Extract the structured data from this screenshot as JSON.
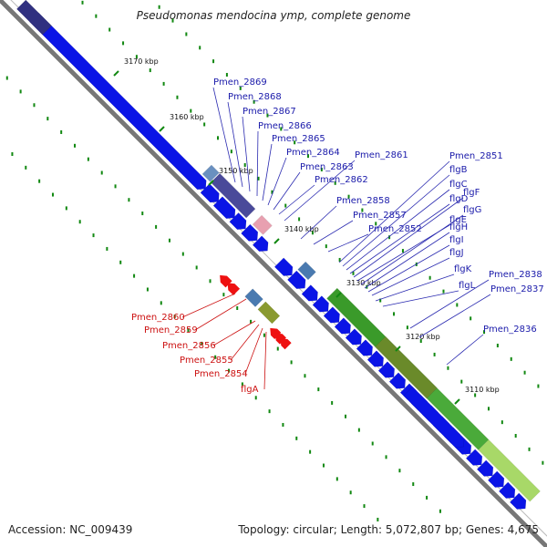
{
  "title": "Pseudomonas mendocina ymp, complete genome",
  "footer": {
    "accession": "Accession: NC_009439",
    "summary": "Topology: circular; Length: 5,072,807 bp; Genes: 4,675"
  },
  "colors": {
    "backbone": "#888888",
    "forward_gene": "#0a14e6",
    "reverse_gene": "#ee1111",
    "label_forward": "#1a1aaa",
    "label_reverse": "#cc1111",
    "tick": "#118811",
    "green_block": "#3a9a2a",
    "navy_block": "#303080"
  },
  "ticks": [
    {
      "label": "3170 kbp"
    },
    {
      "label": "3160 kbp"
    },
    {
      "label": "3150 kbp"
    },
    {
      "label": "3140 kbp"
    },
    {
      "label": "3130 kbp"
    },
    {
      "label": "3120 kbp"
    },
    {
      "label": "3110 kbp"
    }
  ],
  "labels_forward": [
    "Pmen_2869",
    "Pmen_2868",
    "Pmen_2867",
    "Pmen_2866",
    "Pmen_2865",
    "Pmen_2864",
    "Pmen_2863",
    "Pmen_2862",
    "Pmen_2861",
    "Pmen_2858",
    "Pmen_2857",
    "Pmen_2852",
    "Pmen_2851",
    "flgB",
    "flgC",
    "flgD",
    "flgF",
    "flgE",
    "flgG",
    "flgH",
    "flgI",
    "flgJ",
    "flgK",
    "flgL",
    "Pmen_2838",
    "Pmen_2837",
    "Pmen_2836"
  ],
  "labels_reverse": [
    "Pmen_2860",
    "Pmen_2859",
    "Pmen_2856",
    "Pmen_2855",
    "Pmen_2854",
    "flgA"
  ]
}
